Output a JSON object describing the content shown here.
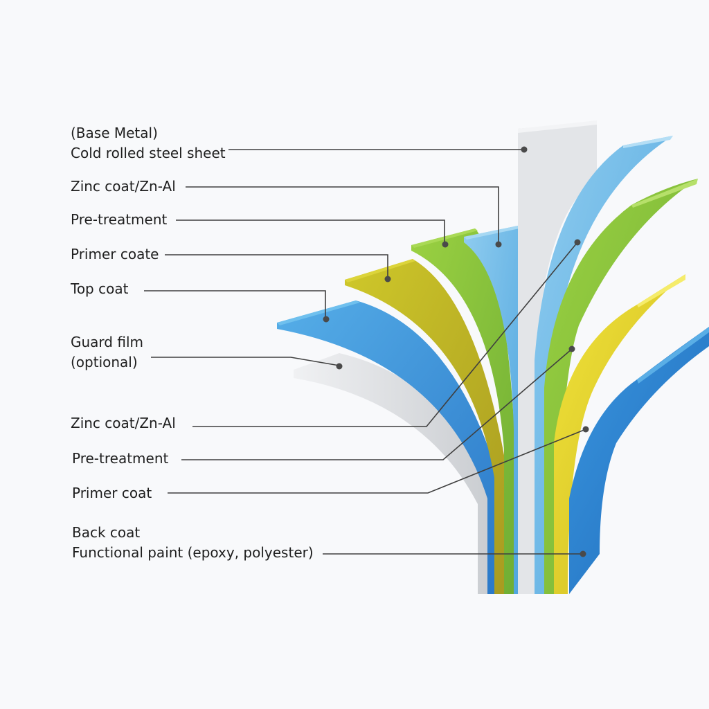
{
  "diagram": {
    "left_labels": [
      {
        "lines": [
          "(Base Metal)",
          "Cold rolled steel sheet"
        ]
      },
      {
        "lines": [
          "Zinc coat/Zn-Al"
        ]
      },
      {
        "lines": [
          "Pre-treatment"
        ]
      },
      {
        "lines": [
          "Primer coate"
        ]
      },
      {
        "lines": [
          "Top coat"
        ]
      },
      {
        "lines": [
          "Guard film",
          "(optional)"
        ]
      },
      {
        "lines": [
          "Zinc coat/Zn-Al"
        ]
      },
      {
        "lines": [
          "Pre-treatment"
        ]
      },
      {
        "lines": [
          "Primer coat"
        ]
      },
      {
        "lines": [
          "Back coat",
          "Functional paint (epoxy, polyester)"
        ]
      }
    ]
  },
  "colors": {
    "background": "#f8f9fb",
    "steel": "#e1e3e6",
    "zinc_blue": "#6ab7e6",
    "dark_blue": "#2f86d4",
    "green": "#8cc63e",
    "yellow_olive": "#c6bb25",
    "yellow": "#e4d42a",
    "guard_grey": "#e5e6e8"
  }
}
